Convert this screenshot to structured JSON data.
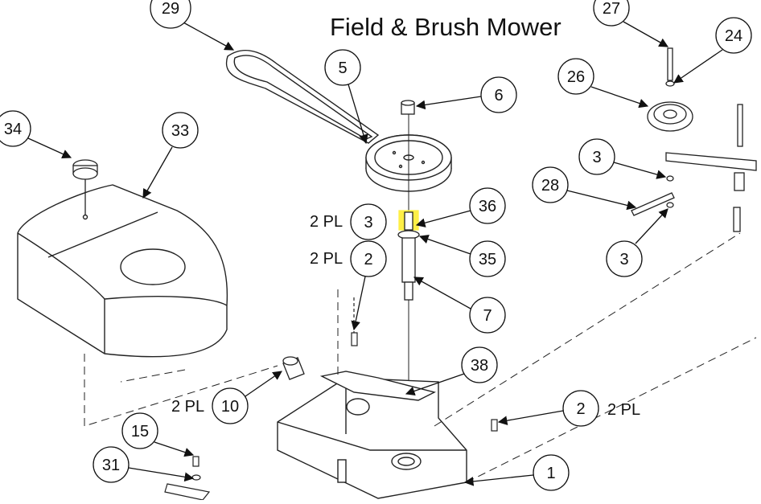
{
  "diagram": {
    "title": "Field & Brush Mower",
    "callouts": [
      {
        "id": "c29",
        "label": "29"
      },
      {
        "id": "c5",
        "label": "5"
      },
      {
        "id": "c6",
        "label": "6"
      },
      {
        "id": "c27",
        "label": "27"
      },
      {
        "id": "c24",
        "label": "24"
      },
      {
        "id": "c26",
        "label": "26"
      },
      {
        "id": "c34",
        "label": "34"
      },
      {
        "id": "c33",
        "label": "33"
      },
      {
        "id": "c3a",
        "label": "3"
      },
      {
        "id": "c36",
        "label": "36"
      },
      {
        "id": "c35",
        "label": "35"
      },
      {
        "id": "c2a",
        "label": "2"
      },
      {
        "id": "c7",
        "label": "7"
      },
      {
        "id": "c3b",
        "label": "3"
      },
      {
        "id": "c28",
        "label": "28"
      },
      {
        "id": "c3c",
        "label": "3"
      },
      {
        "id": "c38",
        "label": "38"
      },
      {
        "id": "c10",
        "label": "10"
      },
      {
        "id": "c2b",
        "label": "2"
      },
      {
        "id": "c15",
        "label": "15"
      },
      {
        "id": "c31",
        "label": "31"
      },
      {
        "id": "c1",
        "label": "1"
      }
    ],
    "quantity_notes": [
      {
        "id": "q1",
        "text": "2 PL"
      },
      {
        "id": "q2",
        "text": "2 PL"
      },
      {
        "id": "q3",
        "text": "2 PL"
      },
      {
        "id": "q4",
        "text": "2 PL"
      }
    ]
  }
}
